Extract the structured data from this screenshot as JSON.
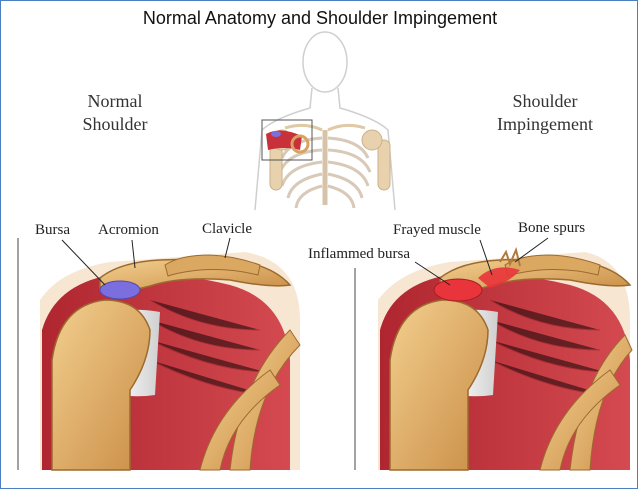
{
  "title": "Normal Anatomy and Shoulder Impingement",
  "panels": {
    "normal": {
      "label_line1": "Normal",
      "label_line2": "Shoulder",
      "callouts": {
        "bursa": "Bursa",
        "acromion": "Acromion",
        "clavicle": "Clavicle"
      }
    },
    "impingement": {
      "label_line1": "Shoulder",
      "label_line2": "Impingement",
      "callouts": {
        "frayed_muscle": "Frayed muscle",
        "bone_spurs": "Bone spurs",
        "inflammed_bursa": "Inflammed bursa"
      }
    }
  },
  "colors": {
    "frame": "#4a7fc1",
    "bone": "#e2b272",
    "bone_dark": "#b27a3a",
    "muscle": "#c8313a",
    "muscle_light": "#e0606a",
    "tendon": "#e6e6e6",
    "bursa_normal": "#7b6fe0",
    "bursa_inflamed": "#e8343a",
    "skin_outline": "#c9c9c9"
  }
}
